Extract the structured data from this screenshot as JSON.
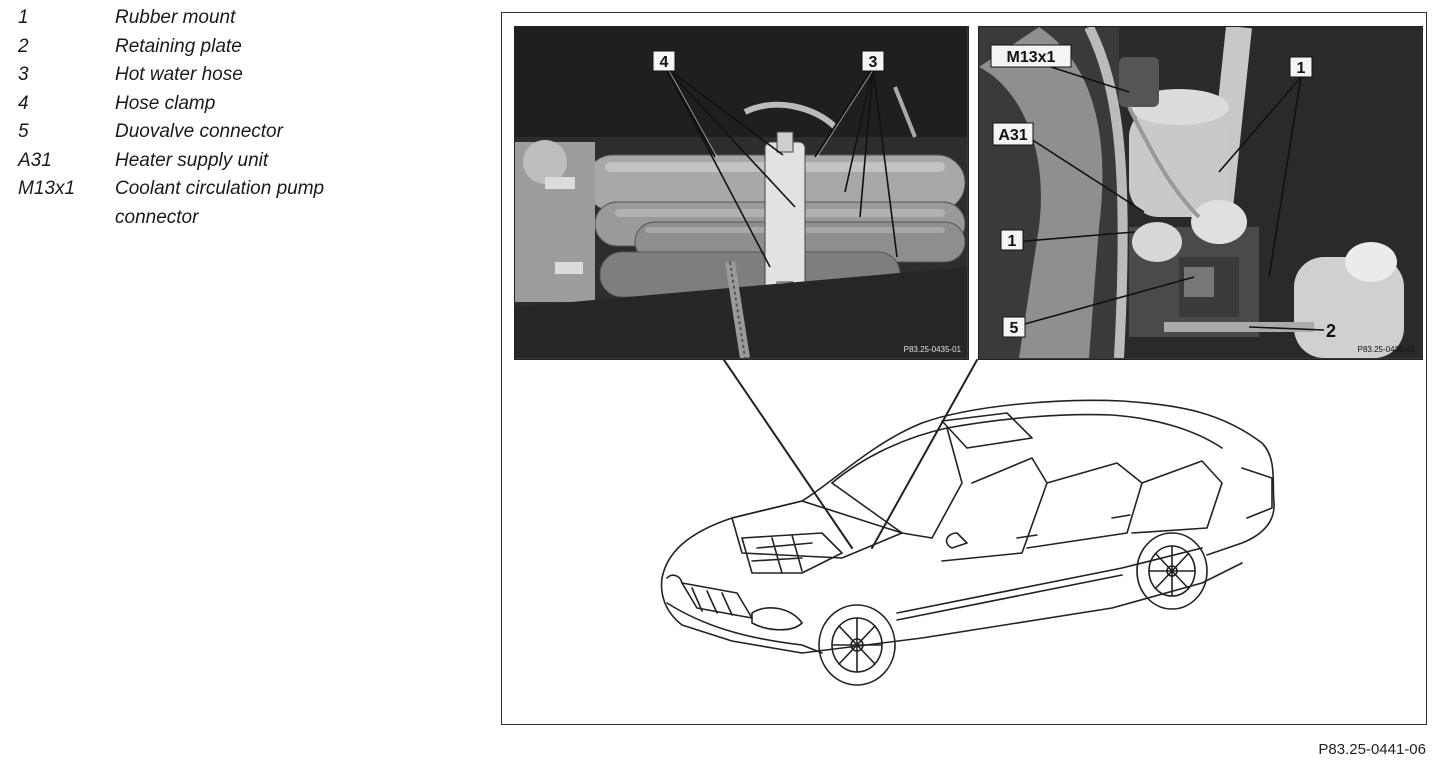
{
  "legend": [
    {
      "key": "1",
      "text": "Rubber mount"
    },
    {
      "key": "2",
      "text": "Retaining plate"
    },
    {
      "key": "3",
      "text": "Hot water hose"
    },
    {
      "key": "4",
      "text": "Hose clamp"
    },
    {
      "key": "5",
      "text": "Duovalve connector"
    },
    {
      "key": "A31",
      "text": "Heater supply unit"
    },
    {
      "key": "M13x1",
      "text": "Coolant circulation pump connector"
    }
  ],
  "photo_left": {
    "callouts": [
      "4",
      "3"
    ],
    "ref": "P83.25-0435-01"
  },
  "photo_right": {
    "callouts": [
      "M13x1",
      "A31",
      "1",
      "5",
      "1",
      "2"
    ],
    "ref": "P83.25-0436-01"
  },
  "figure_id": "P83.25-0441-06"
}
